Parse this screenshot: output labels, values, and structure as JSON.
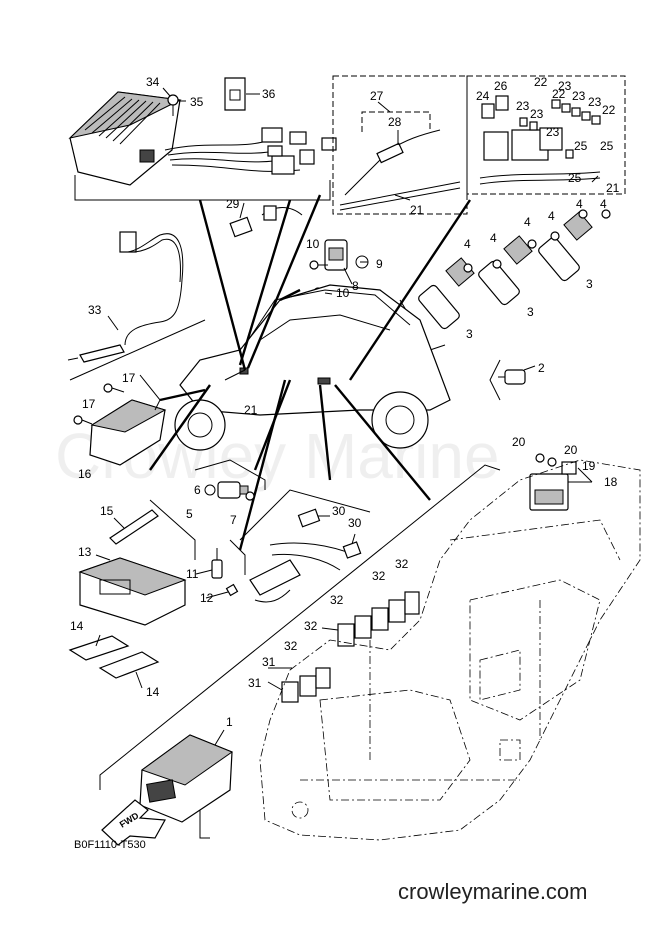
{
  "diagram": {
    "code": "B0F1110-T530",
    "website": "crowleymarine.com",
    "watermark": "Crowley Marine",
    "fwd_label": "FWD",
    "callouts": [
      {
        "id": "c1",
        "n": "1"
      },
      {
        "id": "c2",
        "n": "2"
      },
      {
        "id": "c3a",
        "n": "3"
      },
      {
        "id": "c3b",
        "n": "3"
      },
      {
        "id": "c3c",
        "n": "3"
      },
      {
        "id": "c4a",
        "n": "4"
      },
      {
        "id": "c4b",
        "n": "4"
      },
      {
        "id": "c4c",
        "n": "4"
      },
      {
        "id": "c4d",
        "n": "4"
      },
      {
        "id": "c4e",
        "n": "4"
      },
      {
        "id": "c4f",
        "n": "4"
      },
      {
        "id": "c5",
        "n": "5"
      },
      {
        "id": "c6",
        "n": "6"
      },
      {
        "id": "c7",
        "n": "7"
      },
      {
        "id": "c8",
        "n": "8"
      },
      {
        "id": "c9",
        "n": "9"
      },
      {
        "id": "c10a",
        "n": "10"
      },
      {
        "id": "c10b",
        "n": "10"
      },
      {
        "id": "c11",
        "n": "11"
      },
      {
        "id": "c12",
        "n": "12"
      },
      {
        "id": "c13",
        "n": "13"
      },
      {
        "id": "c14a",
        "n": "14"
      },
      {
        "id": "c14b",
        "n": "14"
      },
      {
        "id": "c15",
        "n": "15"
      },
      {
        "id": "c16",
        "n": "16"
      },
      {
        "id": "c17a",
        "n": "17"
      },
      {
        "id": "c17b",
        "n": "17"
      },
      {
        "id": "c18",
        "n": "18"
      },
      {
        "id": "c19",
        "n": "19"
      },
      {
        "id": "c20a",
        "n": "20"
      },
      {
        "id": "c20b",
        "n": "20"
      },
      {
        "id": "c21a",
        "n": "21"
      },
      {
        "id": "c21b",
        "n": "21"
      },
      {
        "id": "c21c",
        "n": "21"
      },
      {
        "id": "c22a",
        "n": "22"
      },
      {
        "id": "c22b",
        "n": "22"
      },
      {
        "id": "c22c",
        "n": "22"
      },
      {
        "id": "c23a",
        "n": "23"
      },
      {
        "id": "c23b",
        "n": "23"
      },
      {
        "id": "c23c",
        "n": "23"
      },
      {
        "id": "c23d",
        "n": "23"
      },
      {
        "id": "c23e",
        "n": "23"
      },
      {
        "id": "c23f",
        "n": "23"
      },
      {
        "id": "c24",
        "n": "24"
      },
      {
        "id": "c25a",
        "n": "25"
      },
      {
        "id": "c25b",
        "n": "25"
      },
      {
        "id": "c25c",
        "n": "25"
      },
      {
        "id": "c26",
        "n": "26"
      },
      {
        "id": "c27",
        "n": "27"
      },
      {
        "id": "c28",
        "n": "28"
      },
      {
        "id": "c29",
        "n": "29"
      },
      {
        "id": "c30a",
        "n": "30"
      },
      {
        "id": "c30b",
        "n": "30"
      },
      {
        "id": "c31a",
        "n": "31"
      },
      {
        "id": "c31b",
        "n": "31"
      },
      {
        "id": "c32a",
        "n": "32"
      },
      {
        "id": "c32b",
        "n": "32"
      },
      {
        "id": "c32c",
        "n": "32"
      },
      {
        "id": "c32d",
        "n": "32"
      },
      {
        "id": "c32e",
        "n": "32"
      },
      {
        "id": "c33",
        "n": "33"
      },
      {
        "id": "c34",
        "n": "34"
      },
      {
        "id": "c35",
        "n": "35"
      },
      {
        "id": "c36",
        "n": "36"
      }
    ]
  }
}
